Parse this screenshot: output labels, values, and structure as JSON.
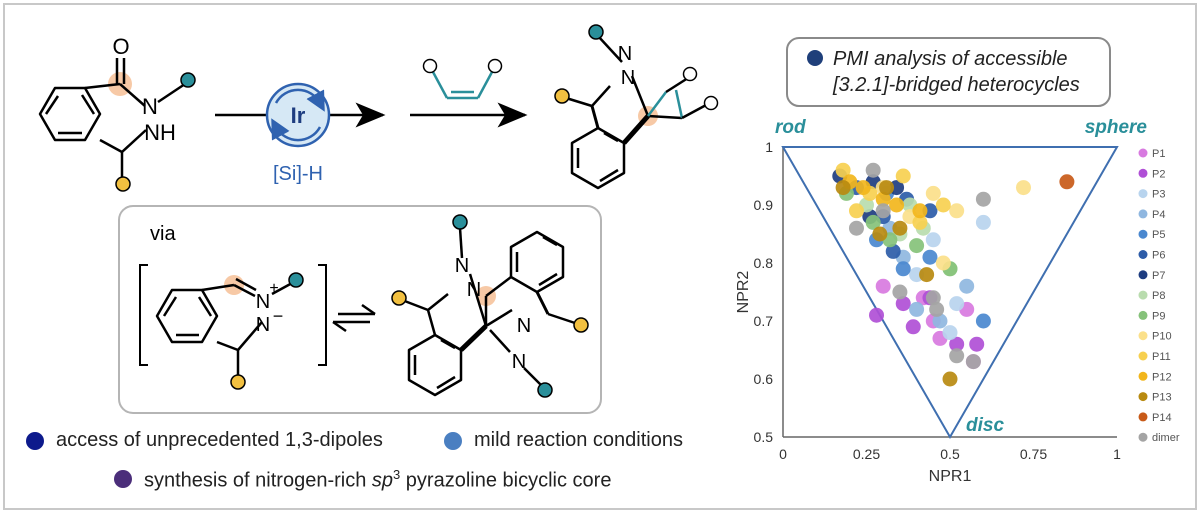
{
  "reaction": {
    "catalyst": "Ir",
    "reagent": "[Si]-H",
    "via_label": "via",
    "atoms": {
      "O": "O",
      "N": "N",
      "NH": "NH",
      "Nplus": "N",
      "plus": "+",
      "Nminus": "N",
      "minus": "−"
    }
  },
  "bullets": [
    {
      "text": "access of unprecedented 1,3-dipoles",
      "color": "#0d1a8c"
    },
    {
      "text": "mild reaction conditions",
      "color": "#4a7fc1"
    },
    {
      "text_pre": "synthesis of nitrogen-rich ",
      "text_em": "sp",
      "text_sup": "3",
      "text_post": " pyrazoline bicyclic core",
      "color": "#4b2e7a"
    }
  ],
  "legend_box": {
    "line1": "PMI analysis of accessible",
    "line2": "[3.2.1]-bridged heterocycles",
    "dot_color": "#1f3f7a"
  },
  "chart_data": {
    "type": "scatter",
    "xlabel": "NPR1",
    "ylabel": "NPR2",
    "xlim": [
      0,
      1
    ],
    "ylim": [
      0.5,
      1
    ],
    "xticks": [
      "0",
      "0.25",
      "0.5",
      "0.75",
      "1"
    ],
    "yticks": [
      "0.5",
      "0.6",
      "0.7",
      "0.8",
      "0.9",
      "1"
    ],
    "corner_labels": {
      "rod": "rod",
      "sphere": "sphere",
      "disc": "disc"
    },
    "grid": false,
    "legend_position": "right",
    "series": [
      {
        "name": "P1",
        "color": "#d87ae0",
        "points": [
          [
            0.3,
            0.76
          ],
          [
            0.42,
            0.74
          ],
          [
            0.47,
            0.67
          ],
          [
            0.55,
            0.72
          ],
          [
            0.57,
            0.63
          ],
          [
            0.45,
            0.7
          ]
        ]
      },
      {
        "name": "P2",
        "color": "#b04fd6",
        "points": [
          [
            0.28,
            0.71
          ],
          [
            0.39,
            0.69
          ],
          [
            0.52,
            0.66
          ],
          [
            0.58,
            0.66
          ],
          [
            0.44,
            0.74
          ],
          [
            0.36,
            0.73
          ]
        ]
      },
      {
        "name": "P3",
        "color": "#b8d4ee",
        "points": [
          [
            0.45,
            0.84
          ],
          [
            0.6,
            0.87
          ],
          [
            0.52,
            0.73
          ],
          [
            0.4,
            0.78
          ],
          [
            0.5,
            0.68
          ]
        ]
      },
      {
        "name": "P4",
        "color": "#8fb7e0",
        "points": [
          [
            0.32,
            0.86
          ],
          [
            0.4,
            0.72
          ],
          [
            0.47,
            0.7
          ],
          [
            0.55,
            0.76
          ],
          [
            0.36,
            0.81
          ]
        ]
      },
      {
        "name": "P5",
        "color": "#4a88cf",
        "points": [
          [
            0.6,
            0.7
          ],
          [
            0.28,
            0.84
          ],
          [
            0.36,
            0.79
          ],
          [
            0.44,
            0.81
          ],
          [
            0.31,
            0.92
          ]
        ]
      },
      {
        "name": "P6",
        "color": "#2d5ca8",
        "points": [
          [
            0.22,
            0.93
          ],
          [
            0.3,
            0.88
          ],
          [
            0.37,
            0.91
          ],
          [
            0.44,
            0.89
          ],
          [
            0.33,
            0.82
          ]
        ]
      },
      {
        "name": "P7",
        "color": "#1e3d80",
        "points": [
          [
            0.17,
            0.95
          ],
          [
            0.27,
            0.94
          ],
          [
            0.34,
            0.93
          ],
          [
            0.26,
            0.88
          ]
        ]
      },
      {
        "name": "P8",
        "color": "#b9dcae",
        "points": [
          [
            0.25,
            0.9
          ],
          [
            0.35,
            0.85
          ],
          [
            0.42,
            0.86
          ],
          [
            0.5,
            0.79
          ],
          [
            0.38,
            0.9
          ]
        ]
      },
      {
        "name": "P9",
        "color": "#86c27a",
        "points": [
          [
            0.19,
            0.92
          ],
          [
            0.27,
            0.87
          ],
          [
            0.4,
            0.83
          ],
          [
            0.5,
            0.79
          ],
          [
            0.32,
            0.84
          ]
        ]
      },
      {
        "name": "P10",
        "color": "#fbe08a",
        "points": [
          [
            0.72,
            0.93
          ],
          [
            0.52,
            0.89
          ],
          [
            0.45,
            0.92
          ],
          [
            0.38,
            0.88
          ],
          [
            0.48,
            0.8
          ],
          [
            0.3,
            0.93
          ]
        ]
      },
      {
        "name": "P11",
        "color": "#f7d050",
        "points": [
          [
            0.18,
            0.96
          ],
          [
            0.26,
            0.92
          ],
          [
            0.36,
            0.95
          ],
          [
            0.48,
            0.9
          ],
          [
            0.41,
            0.87
          ],
          [
            0.22,
            0.89
          ]
        ]
      },
      {
        "name": "P12",
        "color": "#f2b61c",
        "points": [
          [
            0.2,
            0.94
          ],
          [
            0.3,
            0.91
          ],
          [
            0.41,
            0.89
          ],
          [
            0.34,
            0.9
          ],
          [
            0.24,
            0.93
          ]
        ]
      },
      {
        "name": "P13",
        "color": "#b88a10",
        "points": [
          [
            0.18,
            0.93
          ],
          [
            0.29,
            0.85
          ],
          [
            0.35,
            0.86
          ],
          [
            0.43,
            0.78
          ],
          [
            0.5,
            0.6
          ],
          [
            0.31,
            0.93
          ]
        ]
      },
      {
        "name": "P14",
        "color": "#c85a18",
        "points": [
          [
            0.85,
            0.94
          ]
        ]
      },
      {
        "name": "dimer",
        "color": "#a4a4a4",
        "points": [
          [
            0.27,
            0.96
          ],
          [
            0.22,
            0.86
          ],
          [
            0.35,
            0.75
          ],
          [
            0.46,
            0.72
          ],
          [
            0.52,
            0.64
          ],
          [
            0.57,
            0.63
          ],
          [
            0.45,
            0.74
          ],
          [
            0.6,
            0.91
          ],
          [
            0.3,
            0.89
          ]
        ]
      }
    ]
  }
}
